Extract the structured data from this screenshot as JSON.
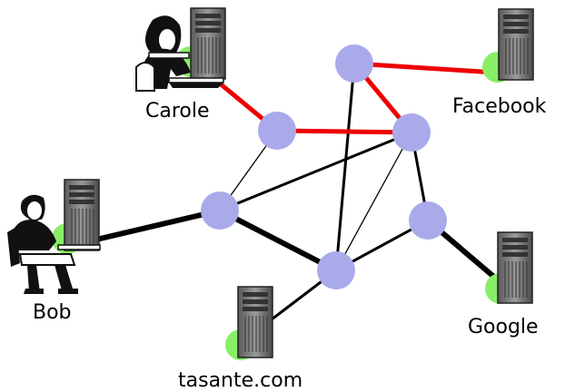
{
  "labels": {
    "carole": "Carole",
    "facebook": "Facebook",
    "bob": "Bob",
    "google": "Google",
    "tasante": "tasante.com"
  },
  "colors": {
    "router": "#aaaaea",
    "glow": "#88ee66",
    "path": "#ee0000",
    "link": "#000000"
  },
  "icons": {
    "router": "router-node",
    "server": "server-tower-icon",
    "user": "person-at-computer-icon"
  }
}
